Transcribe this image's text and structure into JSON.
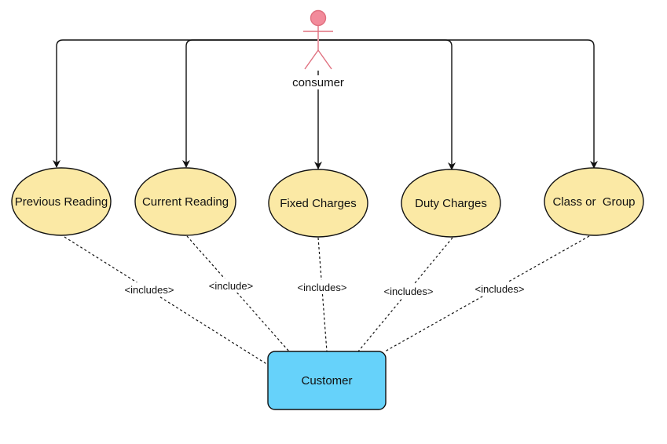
{
  "actor": {
    "label": "consumer",
    "color": "#e0707f",
    "fill": "#f28b9b"
  },
  "use_cases": [
    {
      "label": "Previous Reading"
    },
    {
      "label": "Current Reading"
    },
    {
      "label": "Fixed Charges"
    },
    {
      "label": "Duty Charges"
    },
    {
      "label": "Class or  Group"
    }
  ],
  "include_labels": [
    "<includes>",
    "<include>",
    "<includes>",
    "<includes>",
    "<includes>"
  ],
  "customer": {
    "label": "Customer",
    "fill": "#66d2fa"
  },
  "colors": {
    "usecase_fill": "#fbe9a5",
    "stroke": "#111111"
  }
}
